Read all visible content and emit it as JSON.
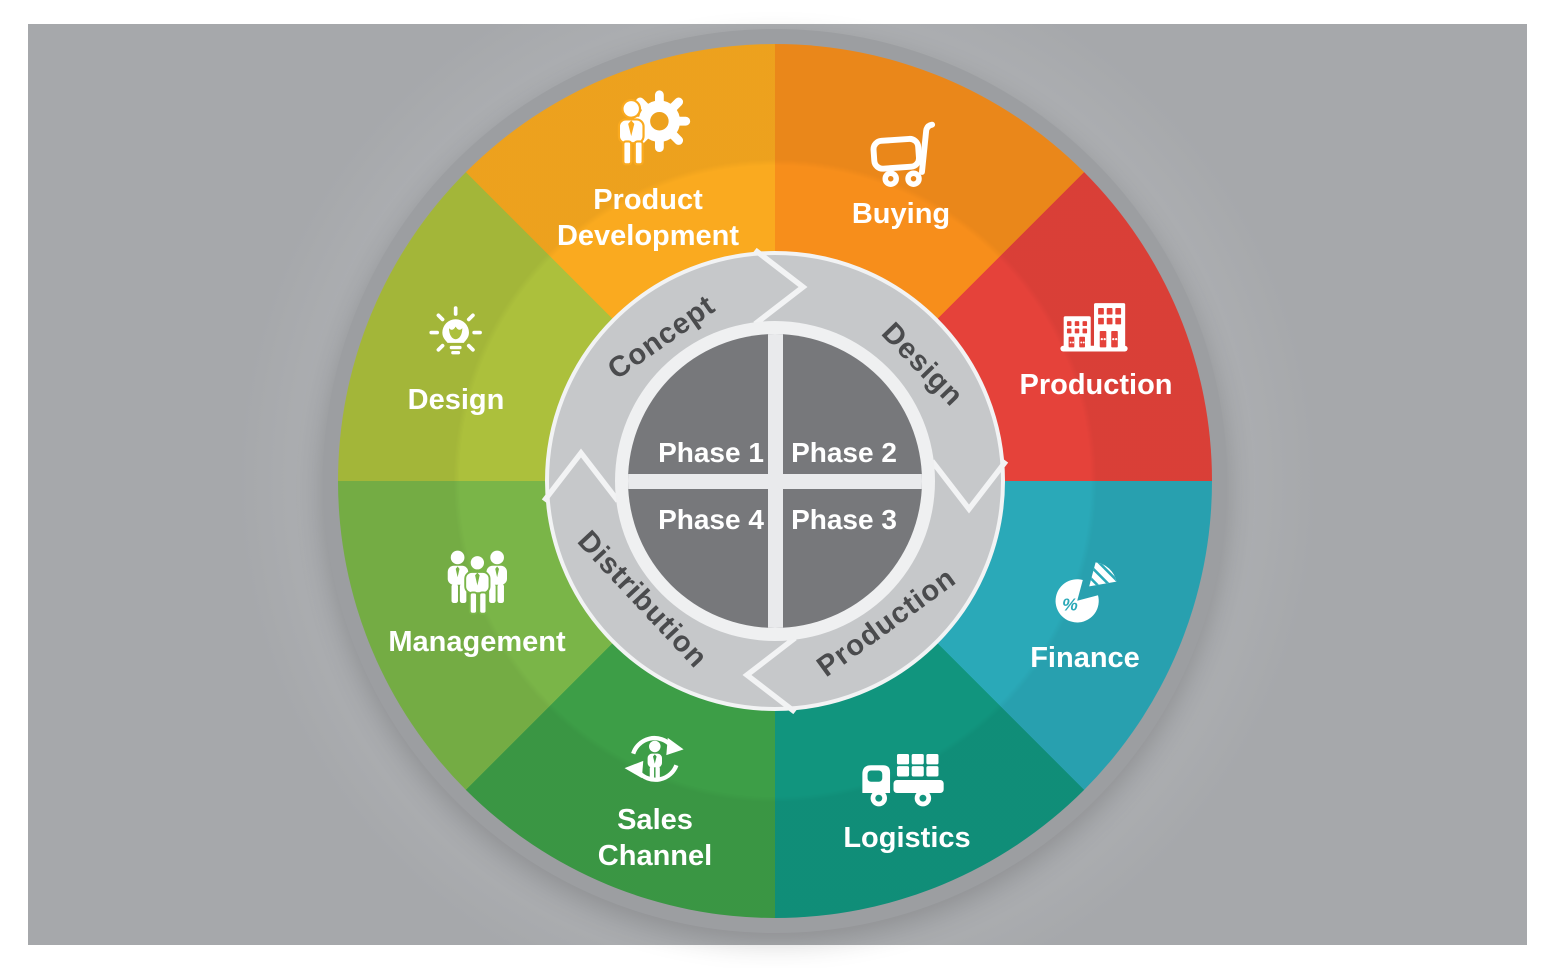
{
  "wheel": {
    "segments": [
      {
        "id": "product-development",
        "label_lines": [
          "Product",
          "Development"
        ],
        "icon": "person-gear-icon",
        "color": "#FAAA1F"
      },
      {
        "id": "buying",
        "label_lines": [
          "Buying"
        ],
        "icon": "shopping-cart-icon",
        "color": "#F78E1B"
      },
      {
        "id": "production",
        "label_lines": [
          "Production"
        ],
        "icon": "factory-buildings-icon",
        "color": "#E5423A"
      },
      {
        "id": "finance",
        "label_lines": [
          "Finance"
        ],
        "icon": "pie-chart-icon",
        "color": "#2AA9B8"
      },
      {
        "id": "logistics",
        "label_lines": [
          "Logistics"
        ],
        "icon": "delivery-truck-icon",
        "color": "#11957E"
      },
      {
        "id": "sales-channel",
        "label_lines": [
          "Sales",
          "Channel"
        ],
        "icon": "person-cycle-icon",
        "color": "#3D9E47"
      },
      {
        "id": "management",
        "label_lines": [
          "Management"
        ],
        "icon": "team-people-icon",
        "color": "#7AB548"
      },
      {
        "id": "design",
        "label_lines": [
          "Design"
        ],
        "icon": "lightbulb-icon",
        "color": "#ACC03C"
      }
    ],
    "ring_steps": [
      "Concept",
      "Design",
      "Production",
      "Distribution"
    ],
    "center_phases": [
      "Phase 1",
      "Phase 2",
      "Phase 3",
      "Phase 4"
    ],
    "colors": {
      "outer_ring": "#9C9EA1",
      "inner_ring": "#C6C8CA",
      "inner_ring_rim": "#F2F3F4",
      "hub": "#77787B",
      "hub_cross": "#E9EAEC",
      "ring_text": "#4A4B4D",
      "segment_text": "#FFFFFF",
      "panel_background": "#A8AAAD",
      "frame": "#FFFFFF"
    }
  }
}
